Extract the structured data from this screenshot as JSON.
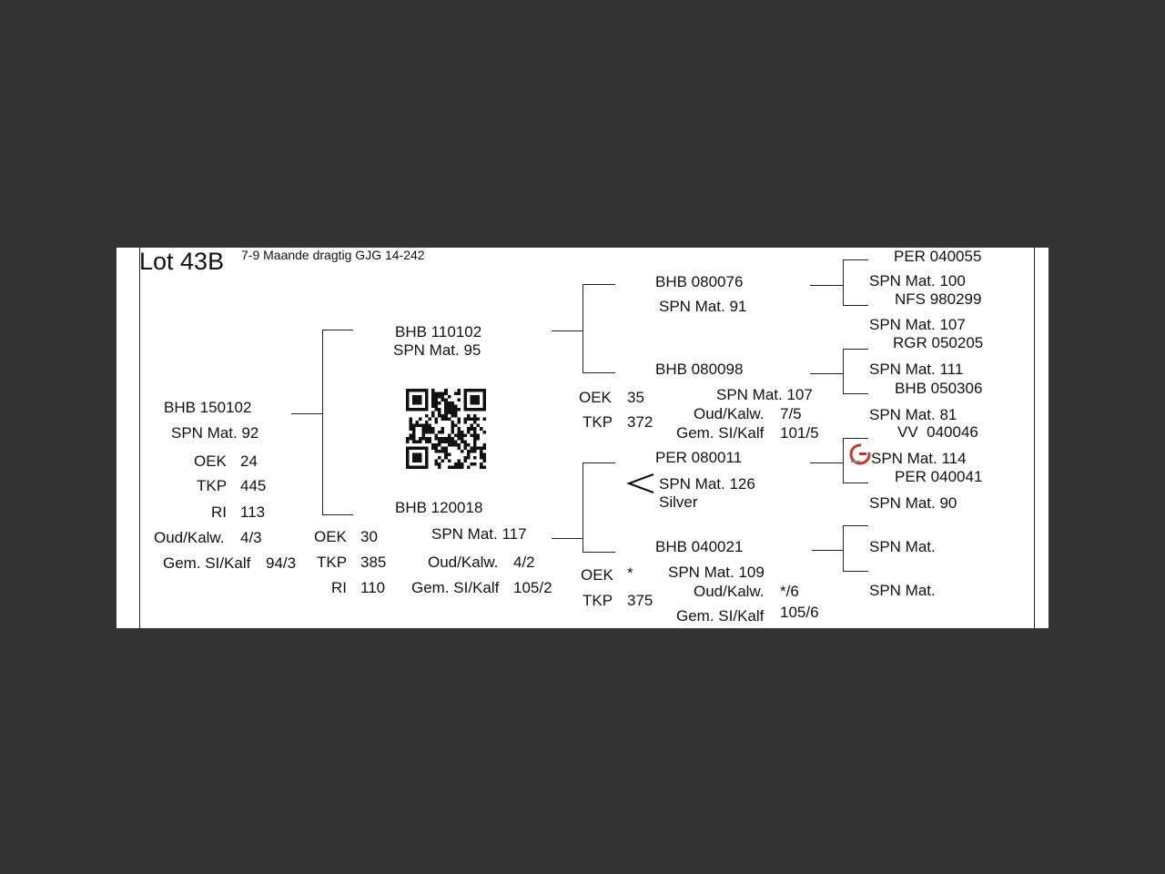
{
  "header": {
    "lot": "Lot 43B",
    "note": "7-9 Maande dragtig GJG 14-242"
  },
  "animal": {
    "id": "BHB 150102",
    "mat": "SPN Mat. 92",
    "oek_label": "OEK",
    "oek": "24",
    "tkp_label": "TKP",
    "tkp": "445",
    "ri_label": "RI",
    "ri": "113",
    "oud_label": "Oud/Kalw.",
    "oud": "4/3",
    "gem_label": "Gem. SI/Kalf",
    "gem": "94/3"
  },
  "sire": {
    "id": "BHB 110102",
    "mat": "SPN Mat. 95"
  },
  "dam": {
    "id": "BHB 120018",
    "mat": "SPN Mat. 117",
    "oek_label": "OEK",
    "oek": "30",
    "tkp_label": "TKP",
    "tkp": "385",
    "ri_label": "RI",
    "ri": "110",
    "oud_label": "Oud/Kalw.",
    "oud": "4/2",
    "gem_label": "Gem. SI/Kalf",
    "gem": "105/2"
  },
  "gen3": {
    "ss": {
      "id": "BHB 080076",
      "mat": "SPN Mat. 91"
    },
    "sd": {
      "id": "BHB 080098",
      "mat": "SPN Mat. 107",
      "oek_label": "OEK",
      "oek": "35",
      "tkp_label": "TKP",
      "tkp": "372",
      "oud_label": "Oud/Kalw.",
      "oud": "7/5",
      "gem_label": "Gem. SI/Kalf",
      "gem": "101/5"
    },
    "ds": {
      "id": "PER 080011",
      "mat": "SPN Mat. 126",
      "extra": "Silver"
    },
    "dd": {
      "id": "BHB 040021",
      "mat": "SPN Mat. 109",
      "oek_label": "OEK",
      "oek": "*",
      "tkp_label": "TKP",
      "tkp": "375",
      "oud_label": "Oud/Kalw.",
      "oud": "*/6",
      "gem_label": "Gem. SI/Kalf",
      "gem": "105/6"
    }
  },
  "gen4": {
    "r1": "PER 040055",
    "r2": "SPN Mat. 100",
    "r3": "NFS 980299",
    "r4": "SPN Mat. 107",
    "r5": "RGR 050205",
    "r6": "SPN Mat. 111",
    "r7": "BHB 050306",
    "r8": "SPN Mat. 81",
    "r9": "VV  040046",
    "r10": "SPN Mat. 114",
    "r11": "PER 040041",
    "r12": "SPN Mat. 90",
    "r13": "SPN Mat.",
    "r14": "SPN Mat."
  },
  "icons": {
    "qr": "qr-code-icon",
    "logo": "breeder-logo-icon",
    "chevron": "less-than-chevron-icon"
  }
}
